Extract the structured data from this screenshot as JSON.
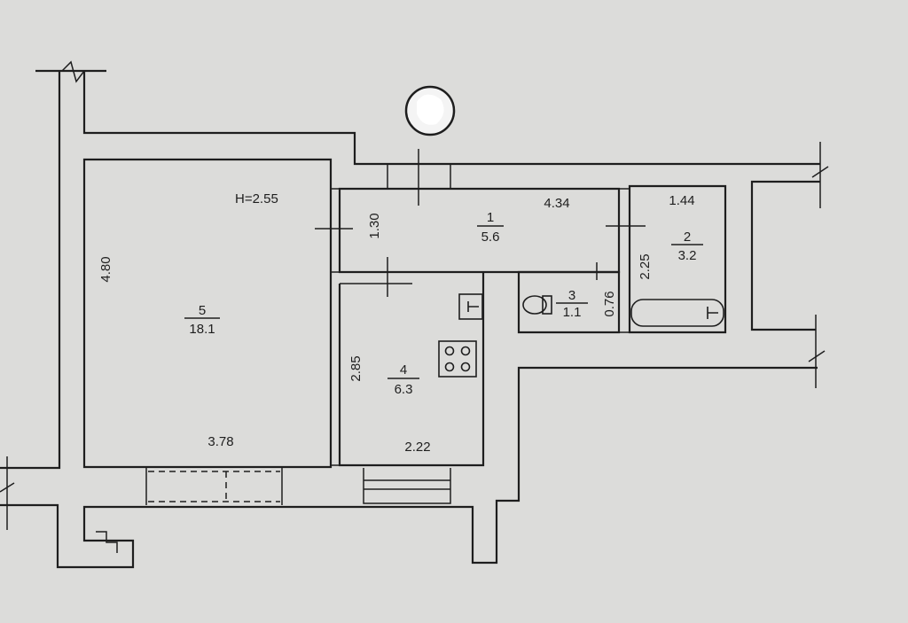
{
  "height_label": "H=2.55",
  "rooms": [
    {
      "number": "1",
      "area": "5.6"
    },
    {
      "number": "2",
      "area": "3.2"
    },
    {
      "number": "3",
      "area": "1.1"
    },
    {
      "number": "4",
      "area": "6.3"
    },
    {
      "number": "5",
      "area": "18.1"
    }
  ],
  "dimensions": {
    "room5_height": "4.80",
    "room5_width": "3.78",
    "hall_depth": "1.30",
    "hall_length": "4.34",
    "bath_width": "1.44",
    "bath_depth": "2.25",
    "wc_depth": "0.76",
    "kitchen_depth": "2.85",
    "kitchen_width": "2.22"
  },
  "colors": {
    "paper": "#dcdcda",
    "ink": "#1e1e1e"
  },
  "icons": [
    "north-stamp-icon",
    "stove-icon",
    "sink-icon",
    "toilet-icon",
    "bathtub-icon"
  ]
}
